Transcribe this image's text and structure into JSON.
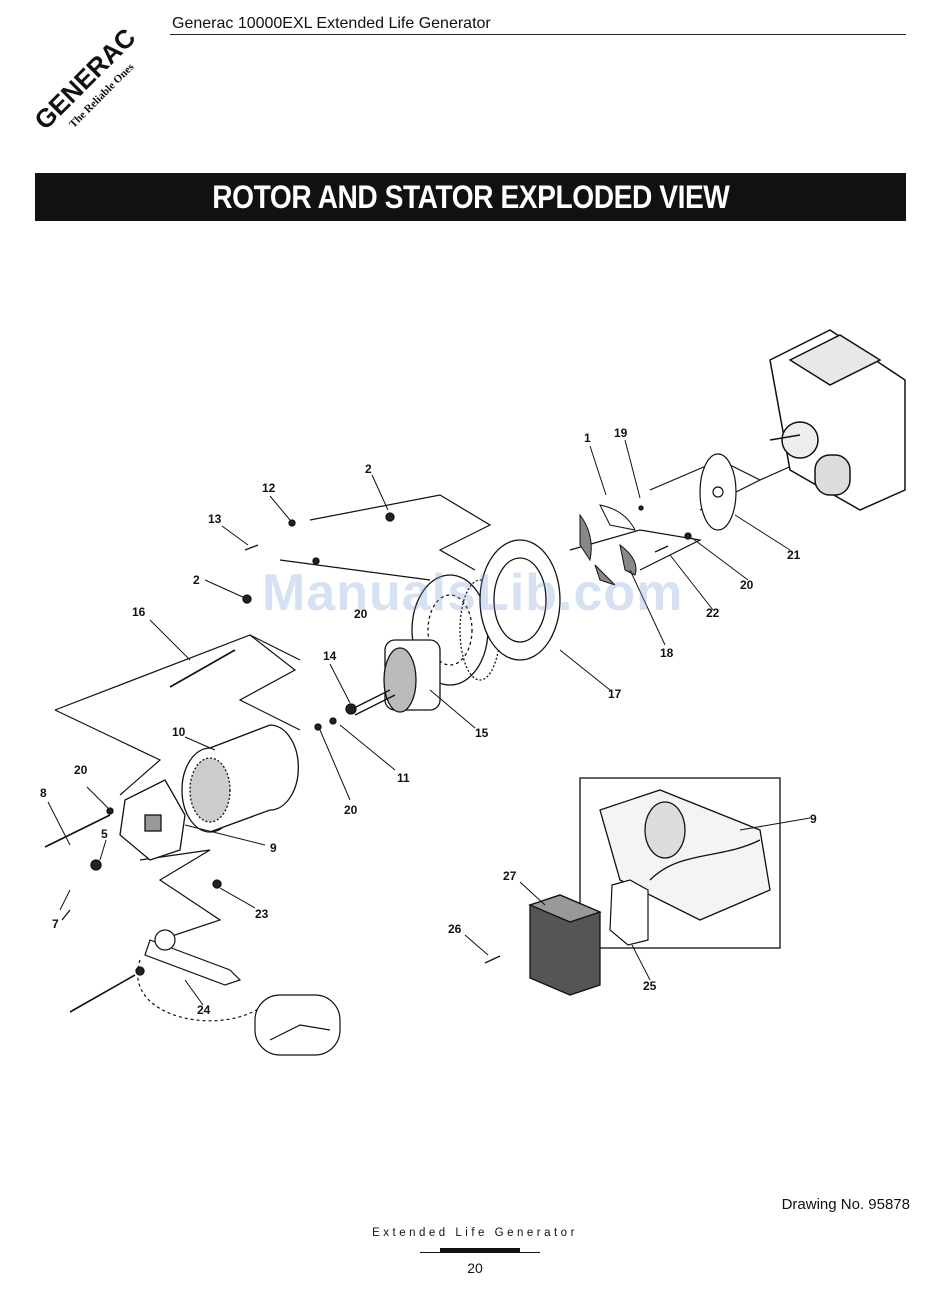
{
  "header": {
    "title": "Generac 10000EXL  Extended Life Generator"
  },
  "logo": {
    "brand": "GENERAC",
    "tagline": "The Reliable Ones"
  },
  "banner": {
    "title": "ROTOR AND STATOR EXPLODED VIEW"
  },
  "watermark": {
    "text": "ManualsLib.com"
  },
  "callouts": [
    "1",
    "19",
    "2",
    "12",
    "13",
    "2",
    "20",
    "16",
    "14",
    "10",
    "20",
    "8",
    "5",
    "7",
    "9",
    "23",
    "24",
    "15",
    "11",
    "20",
    "17",
    "18",
    "22",
    "20",
    "21",
    "9",
    "27",
    "26",
    "25"
  ],
  "drawing": {
    "number_label": "Drawing No. 95878"
  },
  "footer": {
    "text": "Extended Life Generator",
    "page": "20"
  }
}
